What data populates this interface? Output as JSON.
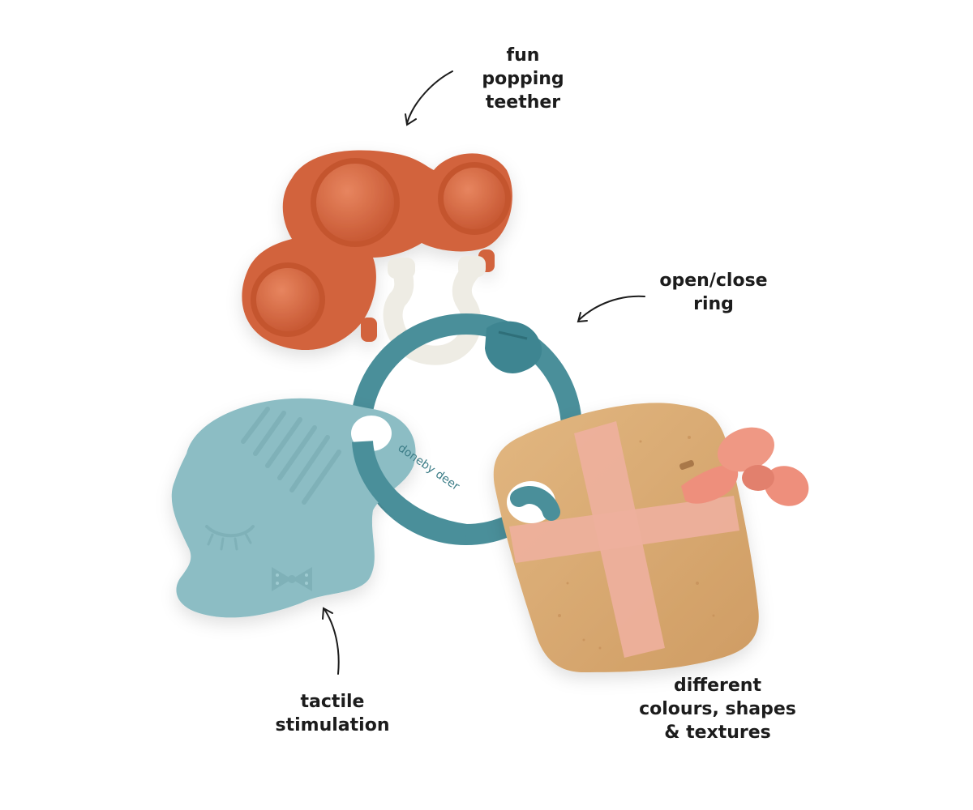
{
  "callouts": {
    "popping": {
      "lines": [
        "fun",
        "popping",
        "teether"
      ]
    },
    "ring": {
      "lines": [
        "open/close",
        "ring"
      ]
    },
    "tactile": {
      "lines": [
        "tactile",
        "stimulation"
      ]
    },
    "different": {
      "lines": [
        "different",
        "colours, shapes",
        "& textures"
      ]
    }
  },
  "ring_engraving": "doneby deer",
  "colors": {
    "background": "#ffffff",
    "popper": "#d2633d",
    "popper_bubble": "#dd7552",
    "connector": "#eeece4",
    "ring": "#4a8f9a",
    "elephant": "#8cbdc4",
    "wood": "#d7a871",
    "cross": "#eeb09d",
    "tassel": "#ee8f7c",
    "text": "#1c1c1c"
  },
  "icons": [
    "curved-arrow-icon",
    "curved-arrow-icon",
    "curved-arrow-icon"
  ]
}
